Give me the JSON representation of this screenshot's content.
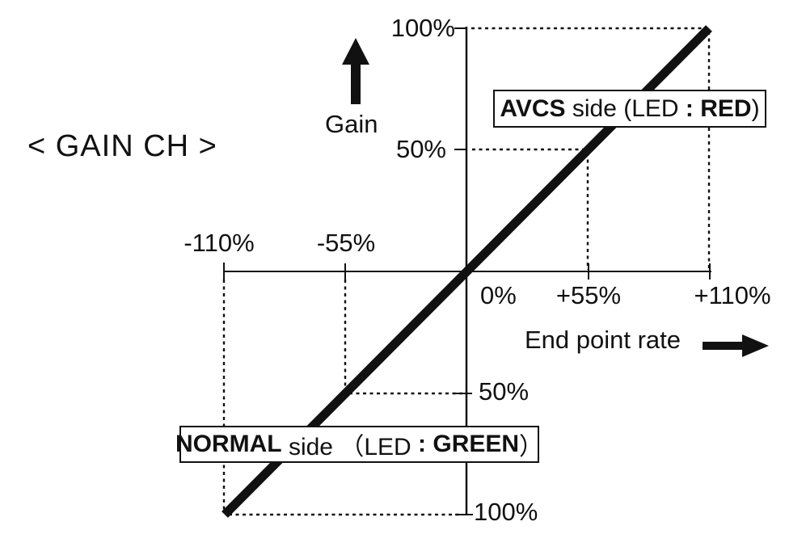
{
  "title": "< GAIN CH >",
  "axes": {
    "gain_label": "Gain",
    "endpoint_label": "End point rate"
  },
  "ticks": {
    "y_pos_100": "100%",
    "y_pos_50": "50%",
    "y_neg_50": "50%",
    "y_neg_100": "100%",
    "x_zero": "0%",
    "x_pos_55": "+55%",
    "x_pos_110": "+110%",
    "x_neg_55": "-55%",
    "x_neg_110": "-110%"
  },
  "callouts": {
    "avcs": {
      "name": "AVCS",
      "mid": " side (LED ",
      "led_value": ": RED",
      "close": ")"
    },
    "normal": {
      "name": "NORMAL",
      "mid": " side （LED ",
      "led_value": ": GREEN",
      "close": "）"
    }
  },
  "colors": {
    "ink": "#111111",
    "background": "#ffffff",
    "avcs_led_color_name": "RED",
    "normal_led_color_name": "GREEN"
  },
  "chart_data": {
    "type": "line",
    "title": "< GAIN CH >",
    "xlabel": "End point rate",
    "ylabel": "Gain",
    "xlim": [
      -110,
      110
    ],
    "ylim": [
      -100,
      100
    ],
    "grid": false,
    "series": [
      {
        "name": "gain-vs-endpoint-rate",
        "x": [
          -110,
          110
        ],
        "y": [
          -100,
          100
        ]
      }
    ],
    "guide_points": [
      {
        "x": -110,
        "y": -100
      },
      {
        "x": -55,
        "y": -50
      },
      {
        "x": 0,
        "y": 0
      },
      {
        "x": 55,
        "y": 50
      },
      {
        "x": 110,
        "y": 100
      }
    ],
    "x_tick_labels": [
      "-110%",
      "-55%",
      "0%",
      "+55%",
      "+110%"
    ],
    "y_tick_labels": [
      "100%",
      "50%",
      "50%",
      "100%"
    ],
    "annotations": [
      "AVCS side (LED : RED)",
      "NORMAL side （LED : GREEN）"
    ]
  }
}
